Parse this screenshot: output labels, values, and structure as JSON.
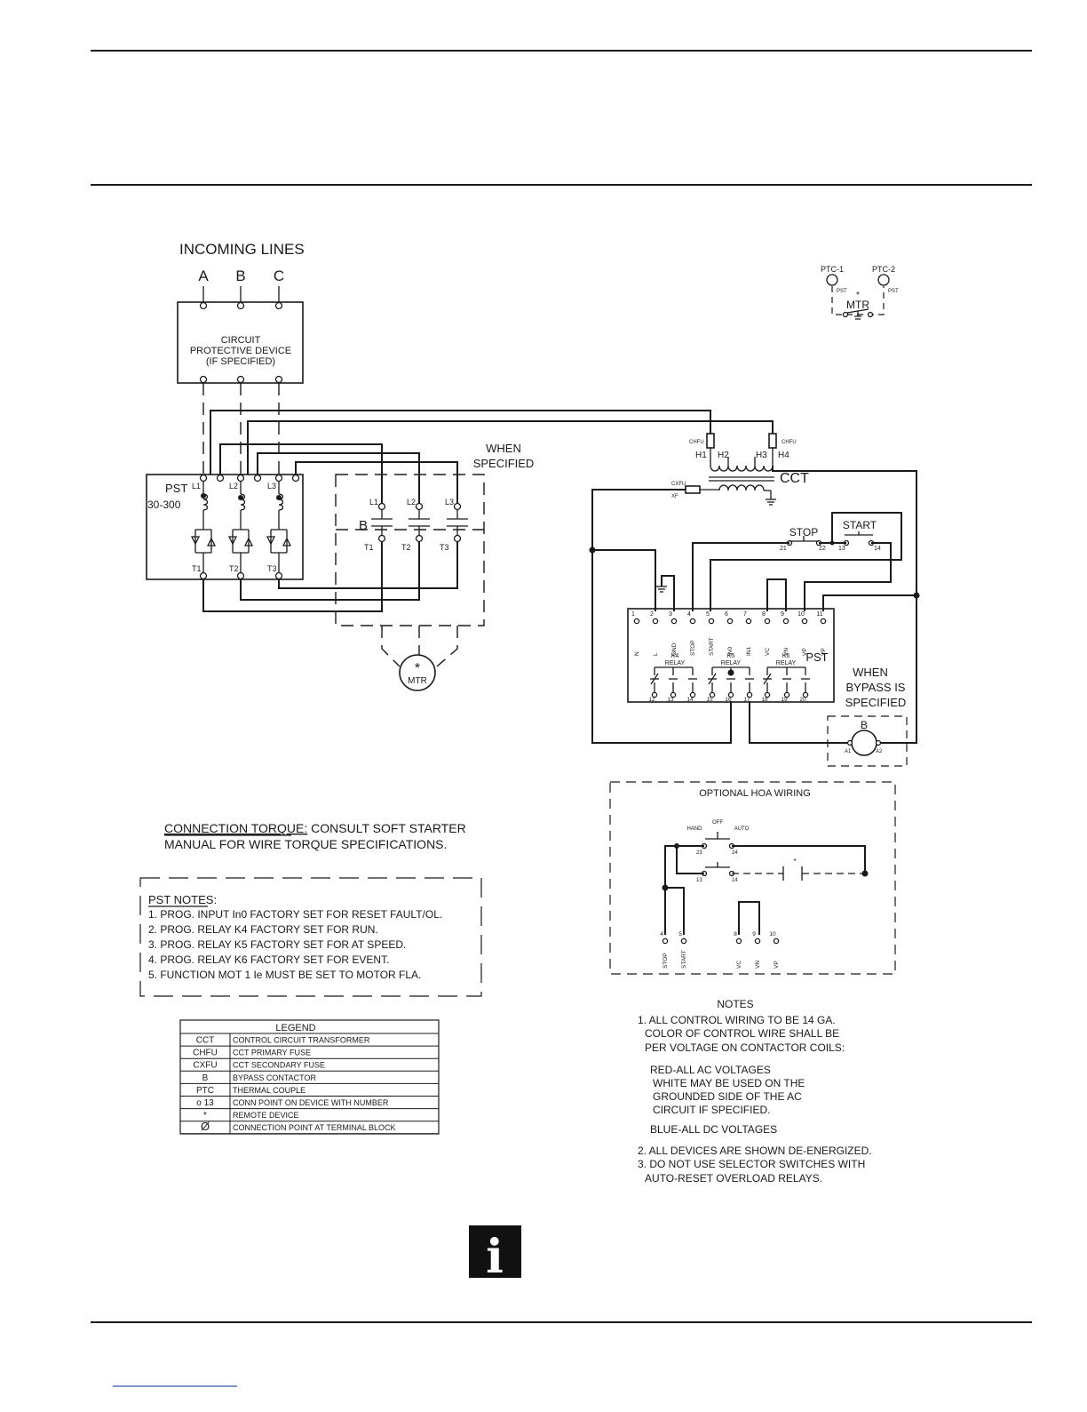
{
  "incoming": {
    "title": "INCOMING LINES",
    "phases": [
      "A",
      "B",
      "C"
    ],
    "protective_device": [
      "CIRCUIT",
      "PROTECTIVE DEVICE",
      "(IF SPECIFIED)"
    ]
  },
  "pst": {
    "label": "PST",
    "range": "30-300",
    "line_labels": [
      "L1",
      "L2",
      "L3"
    ],
    "load_labels": [
      "T1",
      "T2",
      "T3"
    ]
  },
  "bypass_power": {
    "note": [
      "WHEN",
      "SPECIFIED"
    ],
    "label": "B",
    "line_labels": [
      "L1",
      "L2",
      "L3"
    ],
    "load_labels": [
      "T1",
      "T2",
      "T3"
    ]
  },
  "motor": {
    "mark": "*",
    "label": "MTR"
  },
  "ptc": {
    "labels": [
      "PTC-1",
      "PTC-2"
    ],
    "sub": [
      "PST",
      "PST"
    ],
    "mark": "*",
    "motor": "MTR"
  },
  "transformer": {
    "label": "CCT",
    "fuse_primary": "CHFU",
    "fuse_secondary": "CXFU",
    "secondary_tag": "XF",
    "taps": [
      "H1",
      "H2",
      "H3",
      "H4"
    ]
  },
  "control": {
    "stop_label": "STOP",
    "start_label": "START",
    "stop_terms": [
      "21",
      "22"
    ],
    "start_terms": [
      "13",
      "14"
    ],
    "pst_label": "PST",
    "terminal_numbers": [
      "1",
      "2",
      "3",
      "4",
      "5",
      "6",
      "7",
      "8",
      "9",
      "10",
      "11"
    ],
    "terminal_names": [
      "N",
      "L",
      "GND",
      "STOP",
      "START",
      "IN0",
      "IN1",
      "VC",
      "VN",
      "VP",
      "VP"
    ],
    "relays": [
      "K4",
      "K5",
      "K6"
    ],
    "relay_word": "RELAY",
    "relay_terms": [
      "12",
      "13",
      "14",
      "15",
      "16",
      "17",
      "18",
      "19",
      "20"
    ],
    "bypass_note": [
      "WHEN",
      "BYPASS IS",
      "SPECIFIED"
    ],
    "coil_label": "B",
    "coil_terms": [
      "A1",
      "A2"
    ]
  },
  "hoa": {
    "title": "OPTIONAL HOA WIRING",
    "positions": [
      "HAND",
      "OFF",
      "AUTO"
    ],
    "contact_terms": [
      "23",
      "24",
      "13",
      "14"
    ],
    "remote_mark": "*",
    "term_numbers": [
      "4",
      "5",
      "8",
      "9",
      "10"
    ],
    "term_names": [
      "STOP",
      "START",
      "VC",
      "VN",
      "VP"
    ]
  },
  "torque": {
    "heading": "CONNECTION TORQUE:",
    "rest": " CONSULT SOFT STARTER",
    "line2": "MANUAL FOR WIRE TORQUE SPECIFICATIONS."
  },
  "pst_notes": {
    "title": "PST NOTES:",
    "items": [
      "1. PROG. INPUT In0 FACTORY SET FOR RESET FAULT/OL.",
      "2. PROG. RELAY K4 FACTORY SET FOR RUN.",
      "3. PROG. RELAY K5 FACTORY SET FOR AT SPEED.",
      "4. PROG. RELAY K6 FACTORY SET FOR EVENT.",
      "5. FUNCTION MOT 1 Ie MUST BE SET TO MOTOR FLA."
    ]
  },
  "legend": {
    "title": "LEGEND",
    "rows": [
      {
        "sym": "CCT",
        "desc": "CONTROL CIRCUIT TRANSFORMER"
      },
      {
        "sym": "CHFU",
        "desc": "CCT PRIMARY FUSE"
      },
      {
        "sym": "CXFU",
        "desc": "CCT SECONDARY FUSE"
      },
      {
        "sym": "B",
        "desc": "BYPASS CONTACTOR"
      },
      {
        "sym": "PTC",
        "desc": "THERMAL COUPLE"
      },
      {
        "sym": "o 13",
        "desc": "CONN POINT ON DEVICE WITH NUMBER"
      },
      {
        "sym": "*",
        "desc": "REMOTE DEVICE"
      },
      {
        "sym": "Ø",
        "desc": "CONNECTION POINT AT TERMINAL BLOCK"
      }
    ]
  },
  "notes": {
    "title": "NOTES",
    "lines": [
      "1. ALL CONTROL WIRING TO BE 14 GA.",
      "COLOR OF CONTROL WIRE SHALL BE",
      "PER VOLTAGE ON CONTACTOR COILS:",
      "RED-ALL AC VOLTAGES",
      "WHITE MAY BE USED ON THE",
      "GROUNDED SIDE OF THE AC",
      "CIRCUIT IF SPECIFIED.",
      "BLUE-ALL DC VOLTAGES",
      "2. ALL DEVICES ARE SHOWN DE-ENERGIZED.",
      "3. DO NOT USE SELECTOR SWITCHES WITH",
      "AUTO-RESET OVERLOAD RELAYS."
    ]
  },
  "info_badge": {
    "glyph": "i"
  }
}
